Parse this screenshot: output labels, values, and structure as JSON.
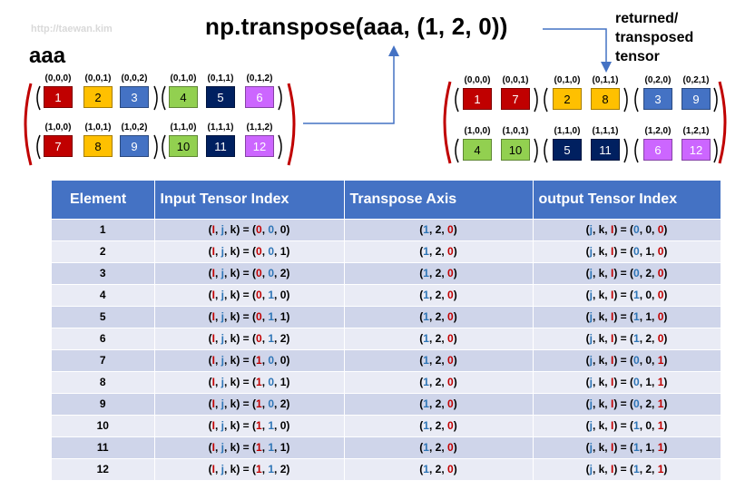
{
  "watermark": "http://taewan.kim",
  "left_label": "aaa",
  "code": "np.transpose(aaa, (1, 2, 0))",
  "right_label": [
    "returned/",
    "transposed",
    "tensor"
  ],
  "colors": {
    "red": "#c00000",
    "yellow": "#ffc000",
    "blue": "#4472c4",
    "green": "#92d050",
    "navy": "#002060",
    "violet": "#cc66ff",
    "bracket": "#c00000",
    "arrow": "#4472c4",
    "header_bg": "#4472c4",
    "row_odd": "#cfd5ea",
    "row_even": "#e9ebf5"
  },
  "input_tensor": [
    [
      [
        {
          "idx": "(0,0,0)",
          "value": "1",
          "color": "red"
        },
        {
          "idx": "(0,0,1)",
          "value": "2",
          "color": "yellow"
        },
        {
          "idx": "(0,0,2)",
          "value": "3",
          "color": "blue"
        }
      ],
      [
        {
          "idx": "(0,1,0)",
          "value": "4",
          "color": "green"
        },
        {
          "idx": "(0,1,1)",
          "value": "5",
          "color": "navy"
        },
        {
          "idx": "(0,1,2)",
          "value": "6",
          "color": "violet"
        }
      ]
    ],
    [
      [
        {
          "idx": "(1,0,0)",
          "value": "7",
          "color": "red"
        },
        {
          "idx": "(1,0,1)",
          "value": "8",
          "color": "yellow"
        },
        {
          "idx": "(1,0,2)",
          "value": "9",
          "color": "blue"
        }
      ],
      [
        {
          "idx": "(1,1,0)",
          "value": "10",
          "color": "green"
        },
        {
          "idx": "(1,1,1)",
          "value": "11",
          "color": "navy"
        },
        {
          "idx": "(1,1,2)",
          "value": "12",
          "color": "violet"
        }
      ]
    ]
  ],
  "output_tensor": [
    [
      [
        {
          "idx": "(0,0,0)",
          "value": "1",
          "color": "red"
        },
        {
          "idx": "(0,0,1)",
          "value": "7",
          "color": "red"
        }
      ],
      [
        {
          "idx": "(0,1,0)",
          "value": "2",
          "color": "yellow"
        },
        {
          "idx": "(0,1,1)",
          "value": "8",
          "color": "yellow"
        }
      ],
      [
        {
          "idx": "(0,2,0)",
          "value": "3",
          "color": "blue"
        },
        {
          "idx": "(0,2,1)",
          "value": "9",
          "color": "blue"
        }
      ]
    ],
    [
      [
        {
          "idx": "(1,0,0)",
          "value": "4",
          "color": "green"
        },
        {
          "idx": "(1,0,1)",
          "value": "10",
          "color": "green"
        }
      ],
      [
        {
          "idx": "(1,1,0)",
          "value": "5",
          "color": "navy"
        },
        {
          "idx": "(1,1,1)",
          "value": "11",
          "color": "navy"
        }
      ],
      [
        {
          "idx": "(1,2,0)",
          "value": "6",
          "color": "violet"
        },
        {
          "idx": "(1,2,1)",
          "value": "12",
          "color": "violet"
        }
      ]
    ]
  ],
  "table": {
    "headers": [
      "Element",
      "Input Tensor Index",
      "Transpose Axis",
      "output Tensor Index"
    ],
    "input_vars": "(I, j, k)",
    "output_vars": "(j, k, I)",
    "axis": [
      "1",
      "2",
      "0"
    ],
    "rows": [
      {
        "element": "1",
        "input": [
          "0",
          "0",
          "0"
        ],
        "output": [
          "0",
          "0",
          "0"
        ]
      },
      {
        "element": "2",
        "input": [
          "0",
          "0",
          "1"
        ],
        "output": [
          "0",
          "1",
          "0"
        ]
      },
      {
        "element": "3",
        "input": [
          "0",
          "0",
          "2"
        ],
        "output": [
          "0",
          "2",
          "0"
        ]
      },
      {
        "element": "4",
        "input": [
          "0",
          "1",
          "0"
        ],
        "output": [
          "1",
          "0",
          "0"
        ]
      },
      {
        "element": "5",
        "input": [
          "0",
          "1",
          "1"
        ],
        "output": [
          "1",
          "1",
          "0"
        ]
      },
      {
        "element": "6",
        "input": [
          "0",
          "1",
          "2"
        ],
        "output": [
          "1",
          "2",
          "0"
        ]
      },
      {
        "element": "7",
        "input": [
          "1",
          "0",
          "0"
        ],
        "output": [
          "0",
          "0",
          "1"
        ]
      },
      {
        "element": "8",
        "input": [
          "1",
          "0",
          "1"
        ],
        "output": [
          "0",
          "1",
          "1"
        ]
      },
      {
        "element": "9",
        "input": [
          "1",
          "0",
          "2"
        ],
        "output": [
          "0",
          "2",
          "1"
        ]
      },
      {
        "element": "10",
        "input": [
          "1",
          "1",
          "0"
        ],
        "output": [
          "1",
          "0",
          "1"
        ]
      },
      {
        "element": "11",
        "input": [
          "1",
          "1",
          "1"
        ],
        "output": [
          "1",
          "1",
          "1"
        ]
      },
      {
        "element": "12",
        "input": [
          "1",
          "1",
          "2"
        ],
        "output": [
          "1",
          "2",
          "1"
        ]
      }
    ]
  }
}
